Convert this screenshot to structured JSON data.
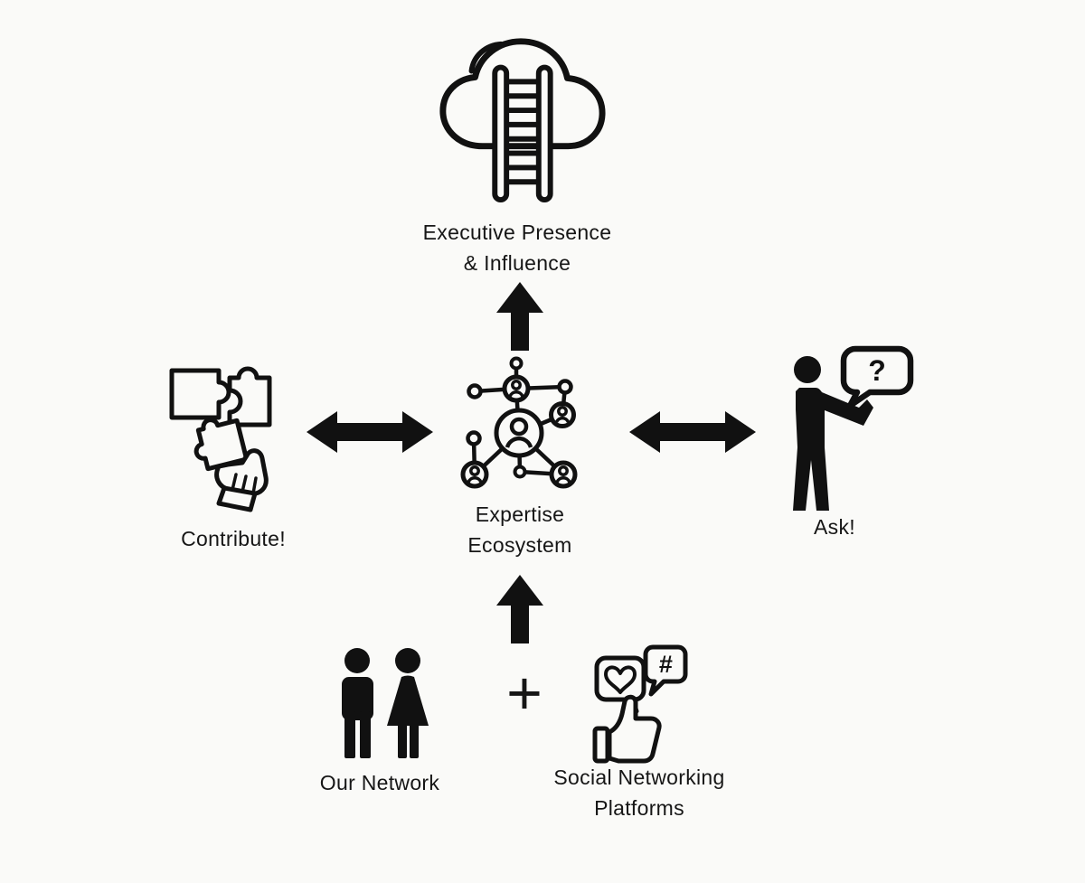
{
  "canvas": {
    "background": "#fafaf8",
    "ink": "#161616"
  },
  "nodes": {
    "executive": {
      "lines": [
        "Executive Presence",
        "& Influence"
      ]
    },
    "ecosystem": {
      "lines": [
        "Expertise",
        "Ecosystem"
      ]
    },
    "contribute": {
      "label": "Contribute!"
    },
    "ask": {
      "label": "Ask!",
      "bubble": "?"
    },
    "our_network": {
      "label": "Our Network"
    },
    "social": {
      "lines": [
        "Social Networking",
        "Platforms"
      ],
      "bubble": "#"
    }
  },
  "connectors": {
    "plus": "+"
  },
  "icons": {
    "executive": "cloud-ladder-icon",
    "ecosystem": "people-network-icon",
    "contribute": "puzzle-hand-icon",
    "ask": "person-question-icon",
    "our_network": "man-woman-icon",
    "social": "thumbs-up-bubbles-icon",
    "vertical": "arrow-up-icon",
    "horizontal": "arrow-double-horizontal-icon"
  }
}
